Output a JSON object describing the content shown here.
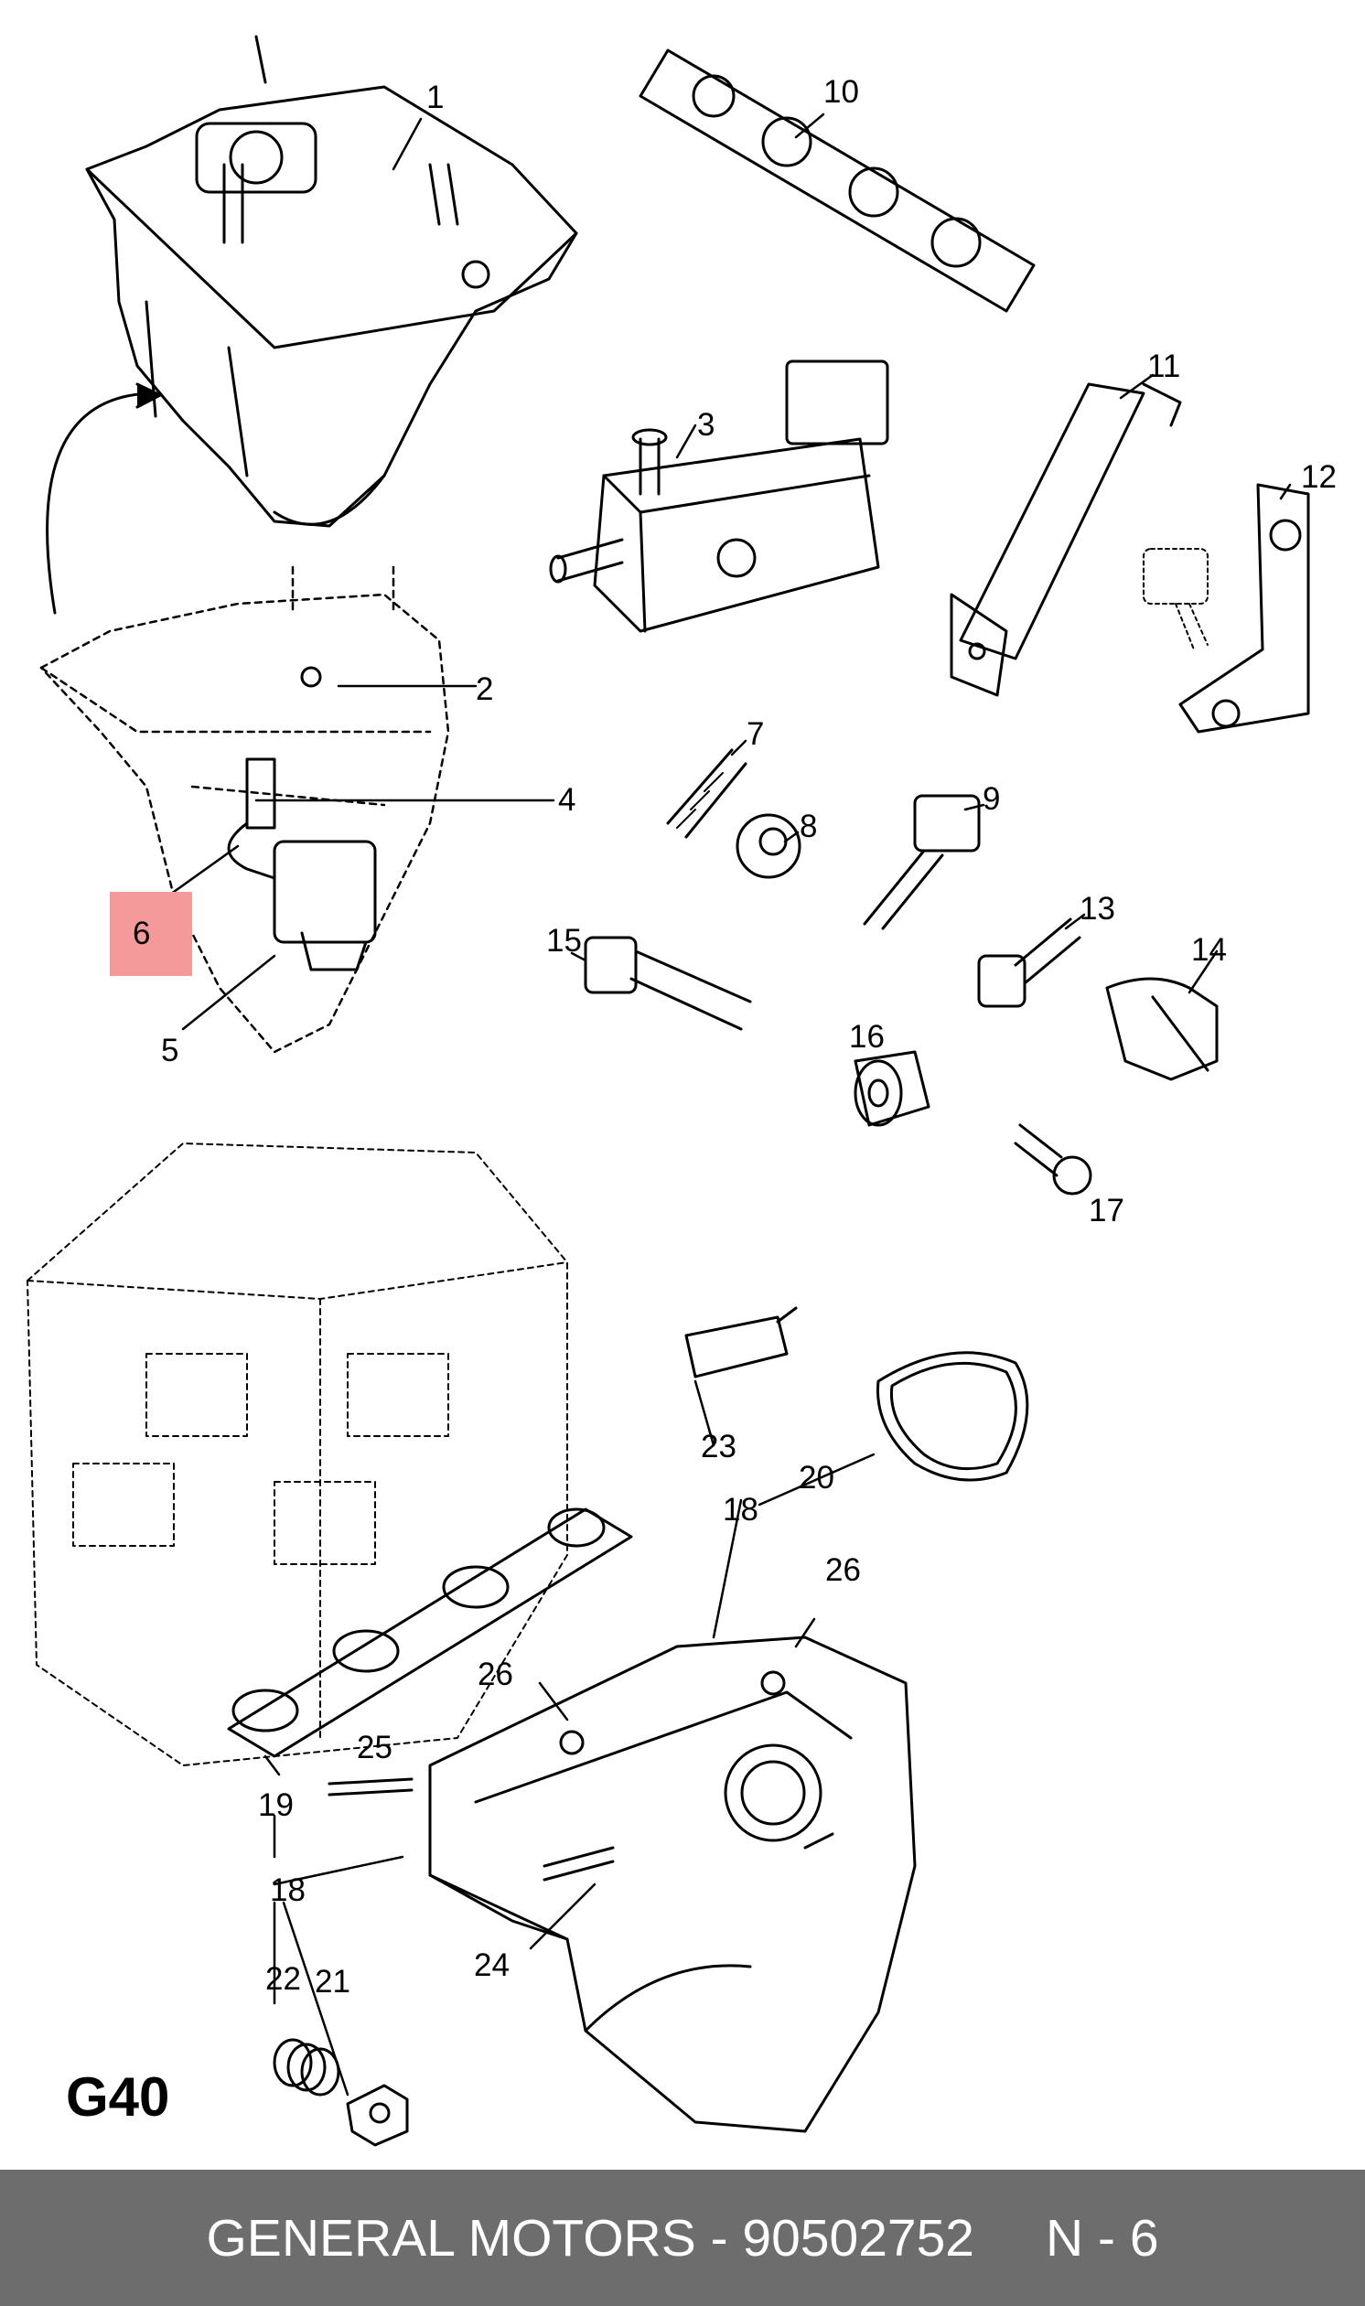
{
  "callouts": {
    "c1": "1",
    "c2": "2",
    "c3": "3",
    "c4": "4",
    "c5": "5",
    "c6": "6",
    "c7": "7",
    "c8": "8",
    "c9": "9",
    "c10": "10",
    "c11": "11",
    "c12": "12",
    "c13": "13",
    "c14": "14",
    "c15": "15",
    "c16": "16",
    "c17": "17",
    "c18a": "18",
    "c18b": "18",
    "c19": "19",
    "c20": "20",
    "c21": "21",
    "c22": "22",
    "c23": "23",
    "c24": "24",
    "c25": "25",
    "c26a": "26",
    "c26b": "26"
  },
  "page_code": "G40",
  "footer": {
    "brand_part": "GENERAL MOTORS - 90502752",
    "page": "N - 6"
  },
  "colors": {
    "highlight": "#f59a9a",
    "footer_bg": "#6d6d6d",
    "footer_text": "#ffffff",
    "line": "#000000"
  }
}
